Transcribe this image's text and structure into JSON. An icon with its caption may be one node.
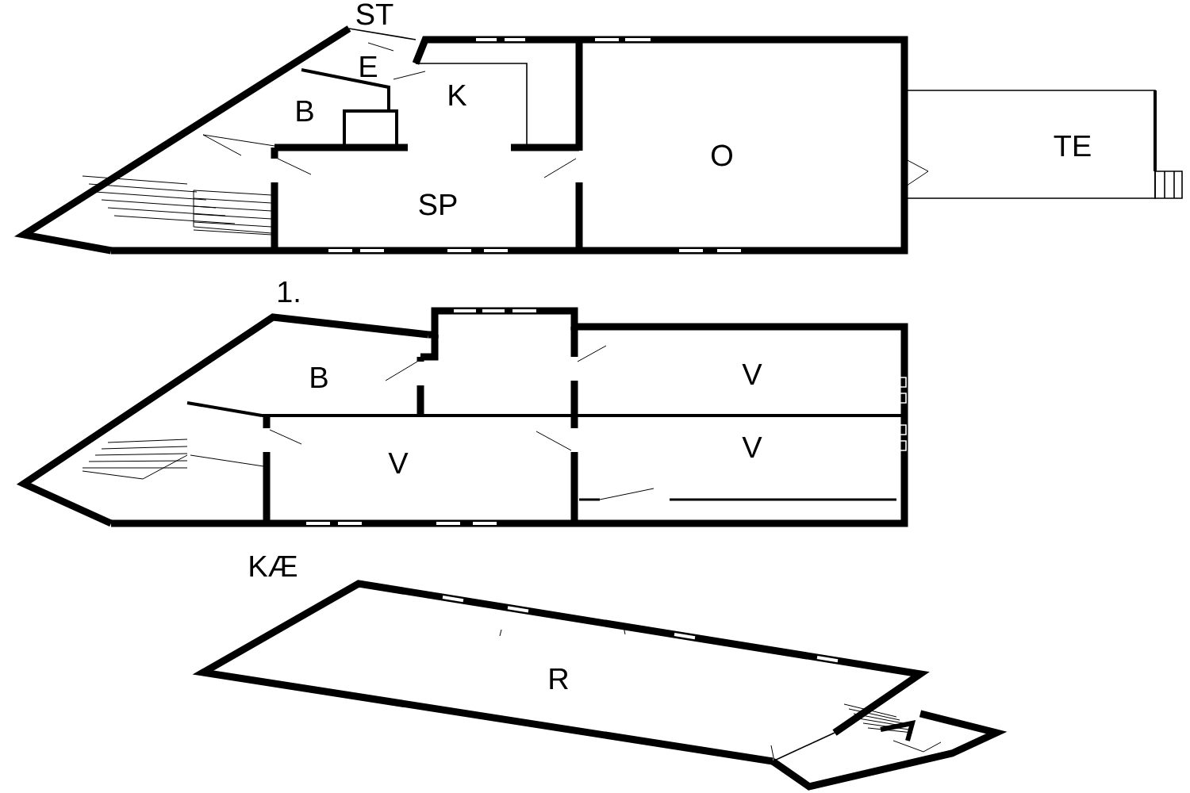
{
  "diagram": {
    "labels": [
      "ST",
      "E",
      "B",
      "K",
      "O",
      "TE",
      "SP",
      "1.",
      "B",
      "V",
      "V",
      "V",
      "KÆ",
      "R"
    ]
  }
}
